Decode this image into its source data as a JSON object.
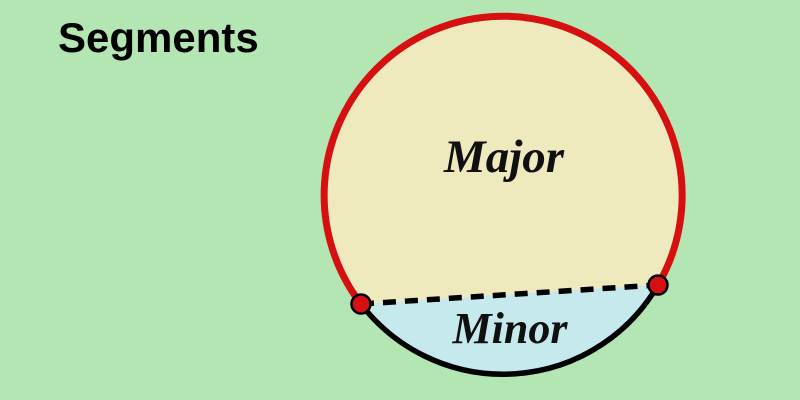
{
  "title": "Segments",
  "diagram": {
    "major_label": "Major",
    "minor_label": "Minor"
  },
  "colors": {
    "background": "#b4e6b4",
    "major_segment_fill": "#eeeabe",
    "minor_segment_fill": "#c6e9ee",
    "major_arc_stroke": "#d61010",
    "minor_arc_stroke": "#000000",
    "chord_stroke": "#000000",
    "endpoint_dot_fill": "#d61010",
    "endpoint_dot_stroke": "#000000",
    "text": "#000000"
  }
}
